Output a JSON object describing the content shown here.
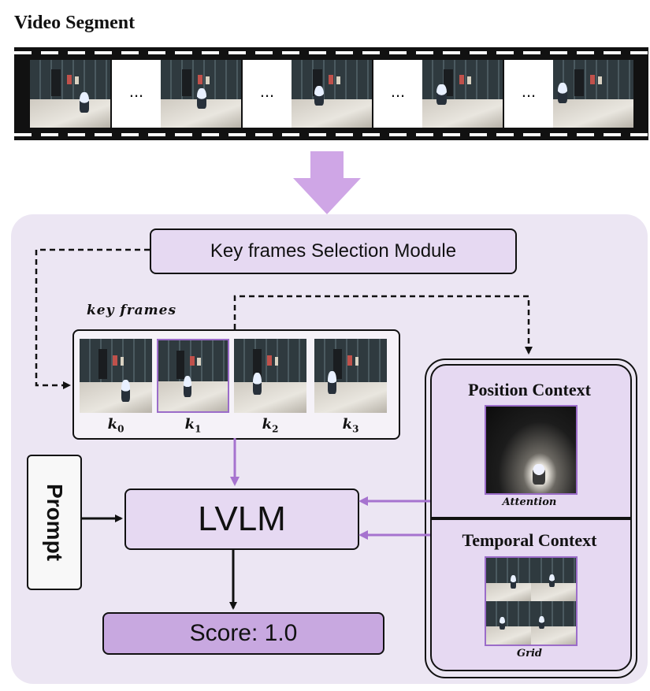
{
  "title": "Video Segment",
  "filmstrip": {
    "ellipsis": "..."
  },
  "modules": {
    "key_frames_selection": "Key frames Selection Module",
    "lvlm": "LVLM",
    "score": "Score: 1.0",
    "prompt": "Prompt"
  },
  "key_frames": {
    "label": "key frames",
    "items": [
      {
        "base": "k",
        "sub": "0"
      },
      {
        "base": "k",
        "sub": "1"
      },
      {
        "base": "k",
        "sub": "2"
      },
      {
        "base": "k",
        "sub": "3"
      }
    ]
  },
  "contexts": {
    "position": {
      "title": "Position Context",
      "caption": "Attention"
    },
    "temporal": {
      "title": "Temporal Context",
      "caption": "Grid"
    }
  },
  "colors": {
    "panel_bg": "#ece6f3",
    "module_fill": "#e6d9f2",
    "score_fill": "#c8a8e0",
    "accent_purple": "#9b6cc9",
    "big_arrow": "#cfa6e6"
  }
}
